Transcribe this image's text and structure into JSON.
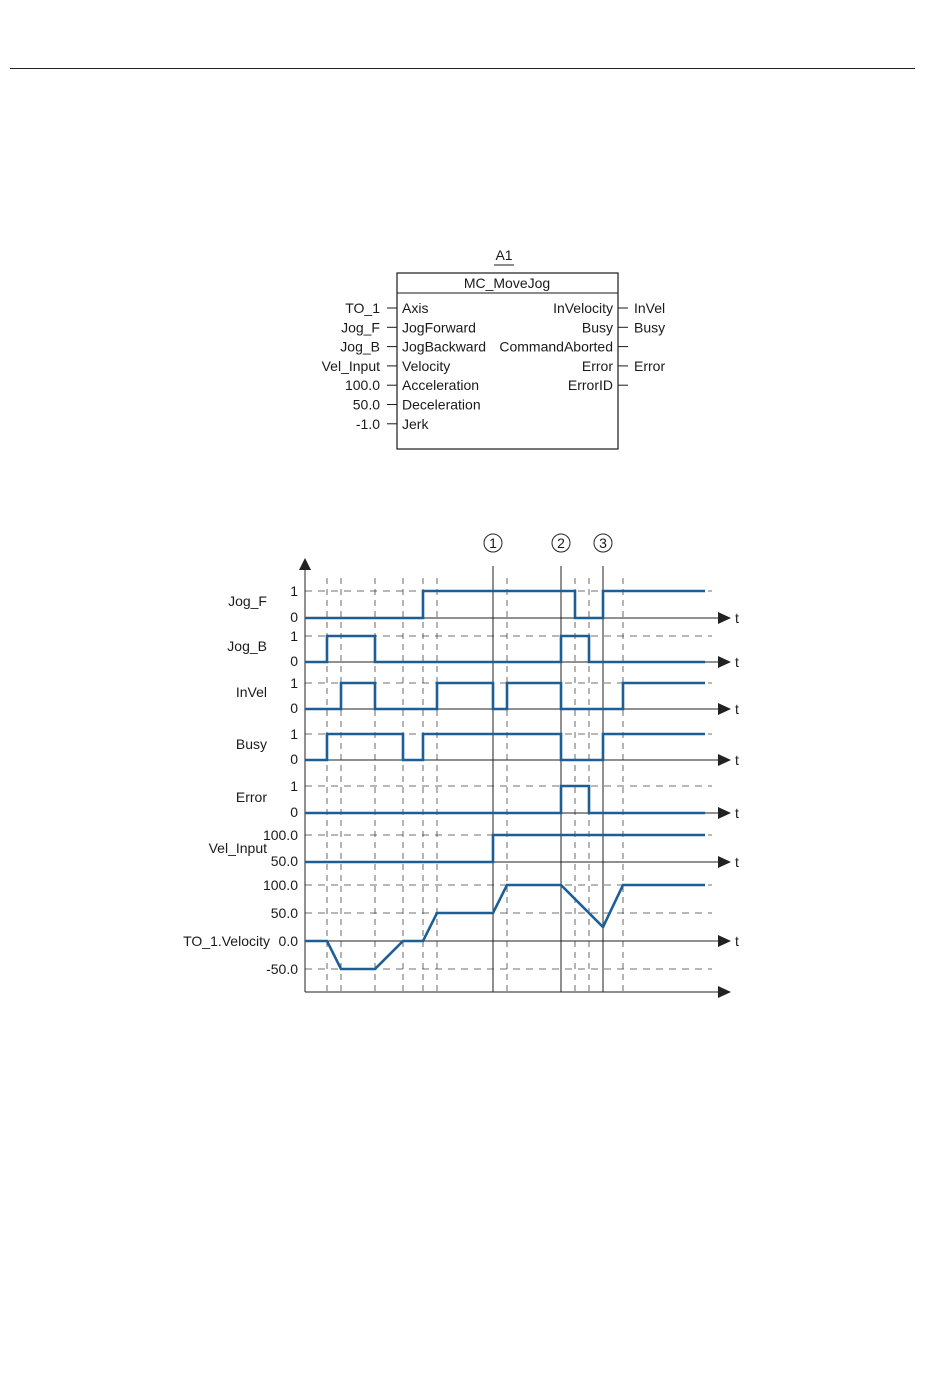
{
  "function_block": {
    "instance": "A1",
    "name": "MC_MoveJog",
    "inputs": [
      {
        "param": "Axis",
        "value": "TO_1"
      },
      {
        "param": "JogForward",
        "value": "Jog_F"
      },
      {
        "param": "JogBackward",
        "value": "Jog_B"
      },
      {
        "param": "Velocity",
        "value": "Vel_Input"
      },
      {
        "param": "Acceleration",
        "value": "100.0"
      },
      {
        "param": "Deceleration",
        "value": "50.0"
      },
      {
        "param": "Jerk",
        "value": "-1.0"
      }
    ],
    "outputs": [
      {
        "param": "InVelocity",
        "value": "InVel"
      },
      {
        "param": "Busy",
        "value": "Busy"
      },
      {
        "param": "CommandAborted",
        "value": ""
      },
      {
        "param": "Error",
        "value": "Error"
      },
      {
        "param": "ErrorID",
        "value": ""
      }
    ]
  },
  "timing": {
    "markers": [
      "1",
      "2",
      "3"
    ],
    "marker_times": [
      188,
      256,
      298
    ],
    "time_label": "t",
    "event_times": [
      22,
      36,
      70,
      98,
      118,
      132,
      202,
      270,
      284,
      318
    ],
    "line_color": "#1d5f95",
    "signals": [
      {
        "name": "Jog_F",
        "levels": [
          "1",
          "0"
        ],
        "segments": [
          [
            0,
            0
          ],
          [
            118,
            1
          ],
          [
            270,
            0
          ],
          [
            298,
            1
          ],
          [
            400,
            1
          ]
        ]
      },
      {
        "name": "Jog_B",
        "levels": [
          "1",
          "0"
        ],
        "segments": [
          [
            0,
            0
          ],
          [
            22,
            1
          ],
          [
            70,
            0
          ],
          [
            256,
            1
          ],
          [
            284,
            0
          ],
          [
            400,
            0
          ]
        ]
      },
      {
        "name": "InVel",
        "levels": [
          "1",
          "0"
        ],
        "segments": [
          [
            0,
            0
          ],
          [
            36,
            1
          ],
          [
            70,
            0
          ],
          [
            132,
            1
          ],
          [
            188,
            0
          ],
          [
            202,
            1
          ],
          [
            256,
            0
          ],
          [
            318,
            1
          ],
          [
            400,
            1
          ]
        ]
      },
      {
        "name": "Busy",
        "levels": [
          "1",
          "0"
        ],
        "segments": [
          [
            0,
            0
          ],
          [
            22,
            1
          ],
          [
            98,
            0
          ],
          [
            118,
            1
          ],
          [
            256,
            0
          ],
          [
            298,
            1
          ],
          [
            400,
            1
          ]
        ]
      },
      {
        "name": "Error",
        "levels": [
          "1",
          "0"
        ],
        "segments": [
          [
            0,
            0
          ],
          [
            256,
            1
          ],
          [
            284,
            0
          ],
          [
            400,
            0
          ]
        ]
      },
      {
        "name": "Vel_Input",
        "levels": [
          "100.0",
          "50.0"
        ],
        "segments": [
          [
            0,
            50
          ],
          [
            188,
            100
          ],
          [
            400,
            100
          ]
        ]
      }
    ],
    "velocity": {
      "name": "TO_1.Velocity",
      "levels": [
        "100.0",
        "50.0",
        "0.0",
        "-50.0"
      ],
      "level_values": [
        100,
        50,
        0,
        -50
      ],
      "points": [
        [
          0,
          0
        ],
        [
          22,
          0
        ],
        [
          36,
          -50
        ],
        [
          70,
          -50
        ],
        [
          98,
          0
        ],
        [
          118,
          0
        ],
        [
          132,
          50
        ],
        [
          188,
          50
        ],
        [
          202,
          100
        ],
        [
          256,
          100
        ],
        [
          298,
          25
        ],
        [
          318,
          100
        ],
        [
          400,
          100
        ]
      ]
    }
  }
}
